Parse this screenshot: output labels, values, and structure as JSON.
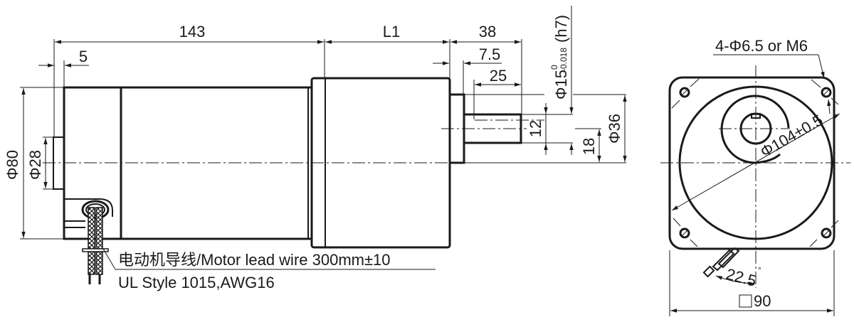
{
  "drawing": {
    "title": "Gear motor outline dimensions",
    "units": "mm"
  },
  "side_view": {
    "dimensions": {
      "motor_length": "143",
      "rear_boss_length": "5",
      "gearhead_length": "L1",
      "shaft_overall": "38",
      "shaft_step": "7.5",
      "key_length": "25",
      "shaft_diameter": "Φ15",
      "shaft_tol_upper": "0",
      "shaft_tol_lower": "-0.018",
      "shaft_fit": "(h7)",
      "key_width": "12",
      "shaft_offset": "18",
      "pilot_diameter": "Φ36",
      "motor_diameter": "Φ80",
      "rear_boss_diameter": "Φ28"
    },
    "lead_wire": {
      "line1": "电动机导线/Motor lead wire 300mm±10",
      "line2": "UL Style 1015,AWG16"
    }
  },
  "front_view": {
    "mounting_holes": "4-Φ6.5 or M6",
    "pcd": "Φ104±0.5",
    "flange_size": "90",
    "flange_symbol": "square",
    "wire_angle": "22.5",
    "wire_angle_unit": "°"
  },
  "colors": {
    "line": "#1a1a1a",
    "background": "#ffffff"
  }
}
